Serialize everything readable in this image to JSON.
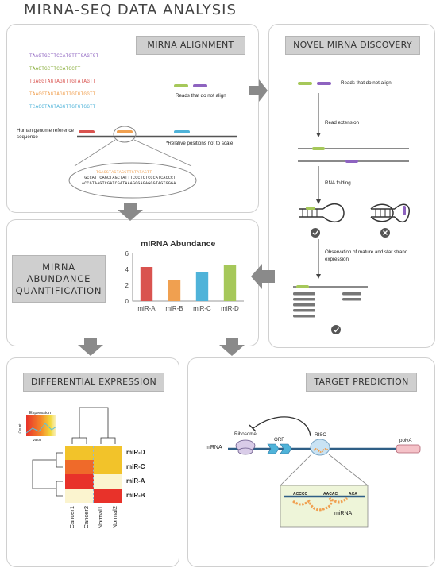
{
  "title": "MIRNA-SEQ DATA ANALYSIS",
  "colors": {
    "purple": "#8e63c0",
    "green": "#a6c85a",
    "red": "#d9534f",
    "orange": "#f0a050",
    "blue": "#4fb3d9",
    "gray_arrow": "#8a8a8a"
  },
  "alignment": {
    "badge": "MIRNA ALIGNMENT",
    "sequences": [
      "TAAGTGCTTCCATGTTTGAGTGT",
      "TAAGTGCTTCCATGCTT",
      "TGAGGTAGTAGGTTGTATAGTT",
      "TAAGGTAGTAGGTTGTGTGGTT",
      "TCAGGTAGTAGGTTGTGTGGTT"
    ],
    "legend": "Reads that do not align",
    "genome_label": "Human genome reference sequence",
    "scale_note": "*Relative positions not to scale",
    "zoom_top": "TGAGGTAGTAGGTTGTATAGTT",
    "zoom_line1": "TGCCATTCAGCTAGCTATTTCCCTCTCCCATCACCCT",
    "zoom_line2": "ACCGTAAGTCGATCGATAAAGGGAGAGGGTAGTGGGA"
  },
  "novel": {
    "badge": "NOVEL MIRNA DISCOVERY",
    "legend": "Reads that do not align",
    "step1": "Read extension",
    "step2": "RNA folding",
    "step3": "Observation of mature and star strand expression"
  },
  "abundance": {
    "badge": "MIRNA ABUNDANCE QUANTIFICATION"
  },
  "chart_data": {
    "type": "bar",
    "title": "mIRNA Abundance",
    "categories": [
      "miR-A",
      "miR-B",
      "miR-C",
      "miR-D"
    ],
    "values": [
      4.3,
      2.6,
      3.6,
      4.5
    ],
    "colors": [
      "#d9534f",
      "#f0a050",
      "#4fb3d9",
      "#a6c85a"
    ],
    "ylim": [
      0,
      6
    ],
    "yticks": [
      "0",
      "2",
      "4",
      "6"
    ],
    "xlabel": "",
    "ylabel": ""
  },
  "differential": {
    "badge": "DIFFERENTIAL EXPRESSION",
    "key_title": "Expression",
    "key_ylabel": "Count",
    "key_xlabel": "Value",
    "rows": [
      "miR-D",
      "miR-C",
      "miR-A",
      "miR-B"
    ],
    "cols": [
      "Cancer1",
      "Cancer2",
      "Normal1",
      "Normal2"
    ],
    "matrix_colors": [
      [
        "#f2c32a",
        "#f2c32a",
        "#f2c32a",
        "#f2c32a"
      ],
      [
        "#ef6a2a",
        "#ef6a2a",
        "#f2c32a",
        "#f2c32a"
      ],
      [
        "#e8322a",
        "#e8322a",
        "#fbf4cf",
        "#fbf4cf"
      ],
      [
        "#fbf4cf",
        "#fbf4cf",
        "#e8322a",
        "#e8322a"
      ]
    ]
  },
  "target": {
    "badge": "TARGET PREDICTION",
    "mrna": "mRNA",
    "ribosome": "Ribosome",
    "orf": "ORF",
    "risc": "RISC",
    "polya": "polyA",
    "site1": "ACCCC",
    "site2": "AACAC",
    "site3": "ACA",
    "mirna": "miRNA"
  }
}
